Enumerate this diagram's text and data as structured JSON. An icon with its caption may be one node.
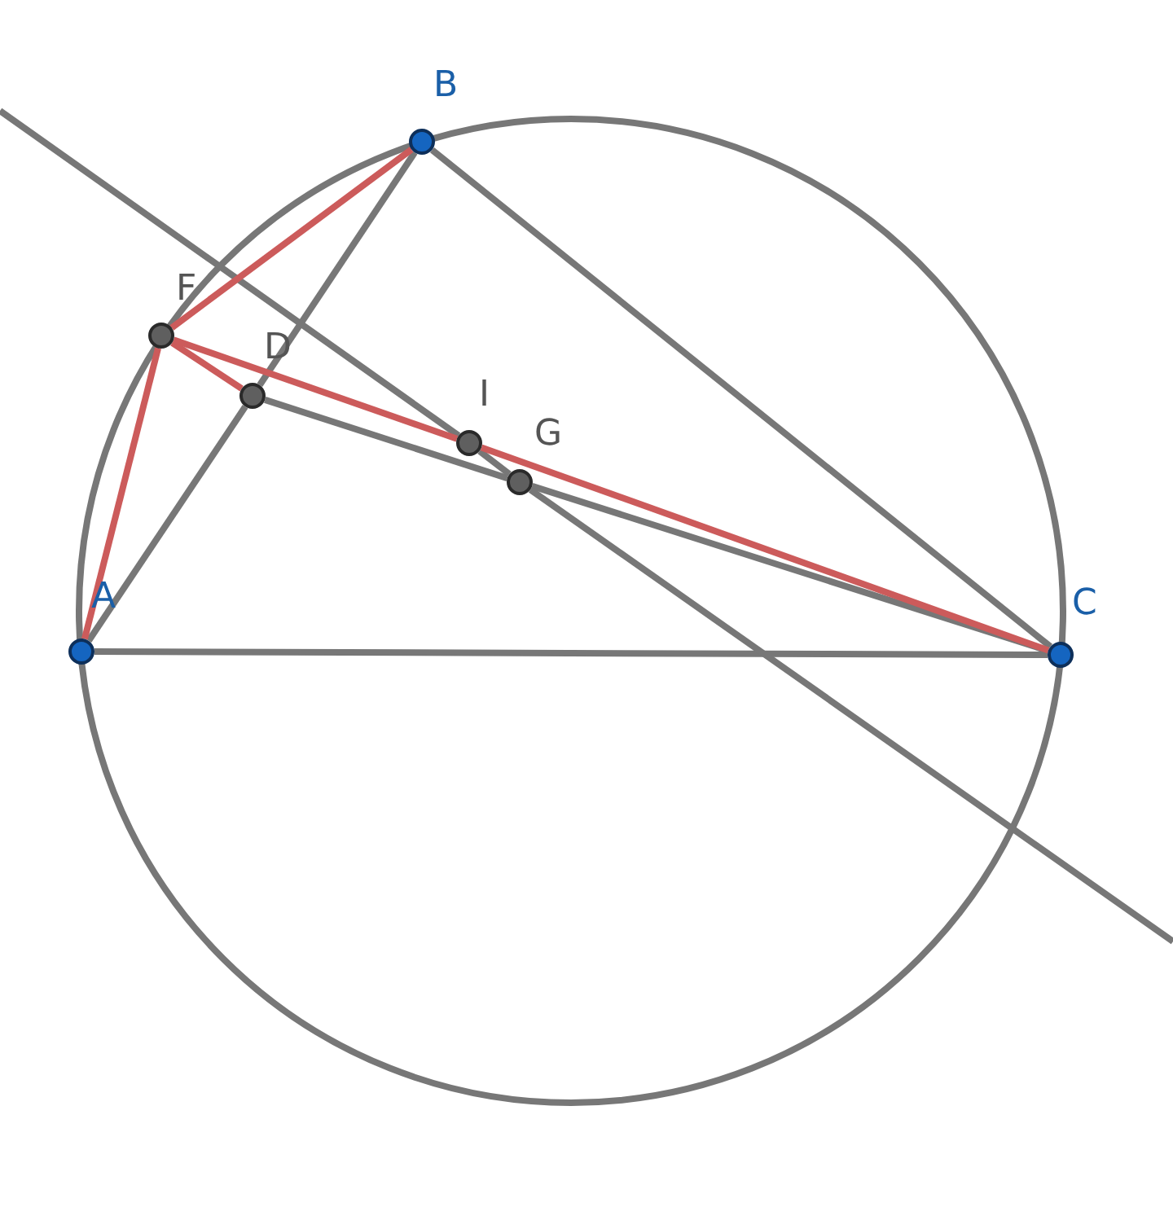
{
  "diagram": {
    "nodes": [
      {
        "text": [],
        "shape": "circle",
        "beside": [
          "B"
        ]
      },
      {
        "text": [],
        "shape": "circle",
        "beside": [
          "F"
        ]
      },
      {
        "text": [],
        "shape": "circle",
        "beside": [
          "D"
        ]
      },
      {
        "text": [],
        "shape": "circle",
        "beside": [
          "I"
        ]
      },
      {
        "text": [],
        "shape": "circle",
        "beside": [
          "G"
        ]
      },
      {
        "text": [],
        "shape": "circle",
        "beside": [
          "A"
        ]
      },
      {
        "text": [],
        "shape": "circle",
        "beside": [
          "C"
        ]
      }
    ],
    "edges": [
      {
        "from": 5,
        "to": 2,
        "arrow": "none"
      },
      {
        "from": 2,
        "to": 0,
        "arrow": "none"
      },
      {
        "from": 0,
        "to": 6,
        "arrow": "none"
      },
      {
        "from": 5,
        "to": 6,
        "arrow": "none"
      },
      {
        "from": 2,
        "to": 4,
        "arrow": "none"
      },
      {
        "from": 4,
        "to": 6,
        "arrow": "none"
      },
      {
        "from": null,
        "to": 3,
        "arrow": "none"
      },
      {
        "from": 3,
        "to": 4,
        "arrow": "none"
      },
      {
        "from": 4,
        "to": null,
        "arrow": "none"
      },
      {
        "from": 1,
        "to": 5,
        "arrow": "none",
        "color": "#cc5b5b"
      },
      {
        "from": 1,
        "to": 0,
        "arrow": "none",
        "color": "#cc5b5b"
      },
      {
        "from": 1,
        "to": 2,
        "arrow": "none",
        "color": "#cc5b5b"
      },
      {
        "from": 1,
        "to": 3,
        "arrow": "none",
        "color": "#cc5b5b"
      },
      {
        "from": 3,
        "to": 6,
        "arrow": "none",
        "color": "#cc5b5b"
      }
    ]
  }
}
